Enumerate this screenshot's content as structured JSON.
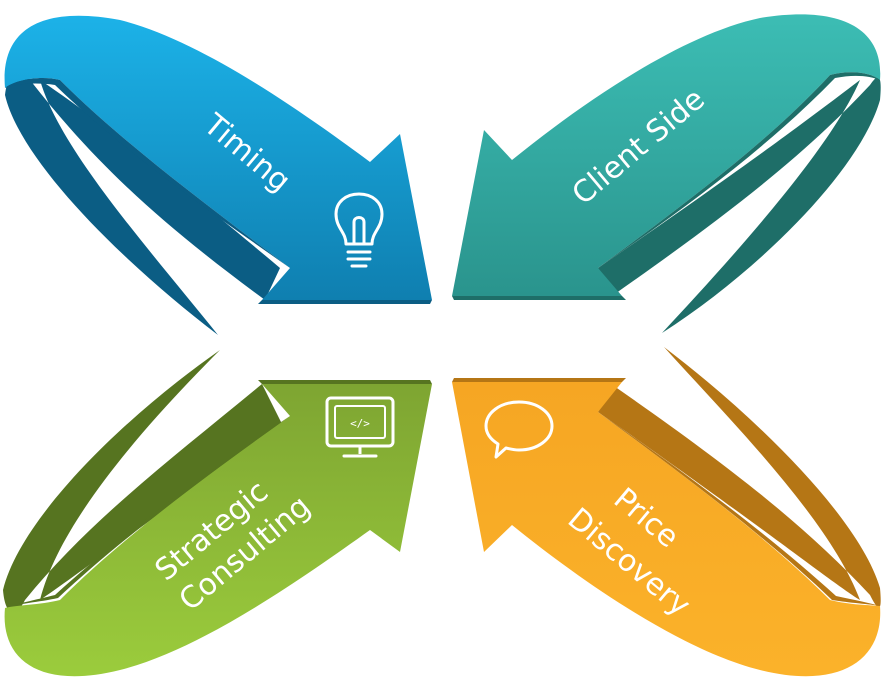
{
  "quadrants": [
    {
      "id": "timing",
      "label_lines": [
        "Timing"
      ],
      "icon": "lightbulb-icon",
      "colors": {
        "top": "#1cb2e8",
        "bottom": "#0f7fb0",
        "dark": "#0b5d84"
      }
    },
    {
      "id": "client-side",
      "label_lines": [
        "Client Side"
      ],
      "icon": "",
      "colors": {
        "top": "#3cbdb4",
        "bottom": "#2a948d",
        "dark": "#1e6e68"
      }
    },
    {
      "id": "strategic-consulting",
      "label_lines": [
        "Strategic",
        "Consulting"
      ],
      "icon": "monitor-code-icon",
      "colors": {
        "top": "#9bcc3c",
        "bottom": "#7ea532",
        "dark": "#567420"
      }
    },
    {
      "id": "price-discovery",
      "label_lines": [
        "Price",
        "Discovery"
      ],
      "icon": "speech-bubble-icon",
      "colors": {
        "top": "#fbb22a",
        "bottom": "#d98c1c",
        "dark": "#b57615"
      }
    }
  ],
  "icon_text": {
    "code_tag": "</>"
  }
}
